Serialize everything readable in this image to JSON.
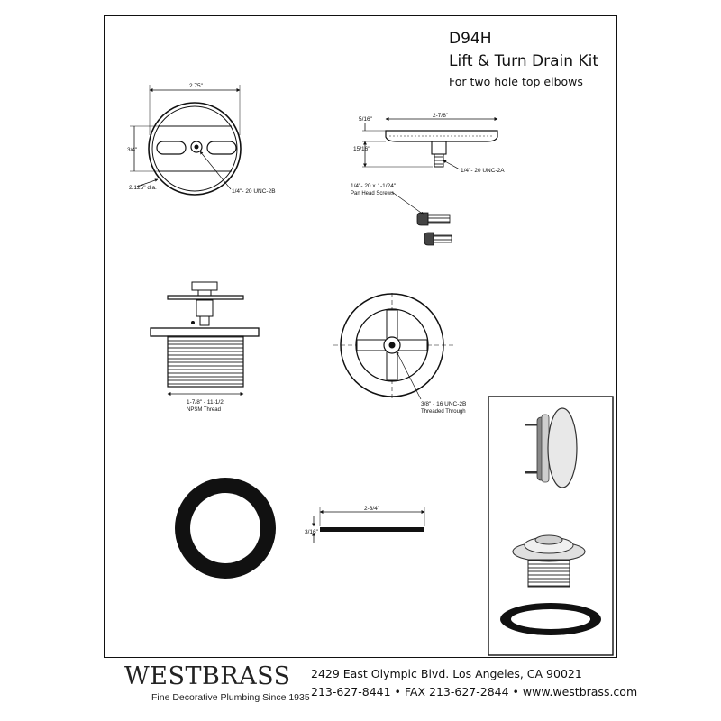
{
  "header": {
    "model": "D94H",
    "product_name": "Lift & Turn Drain Kit",
    "subtitle": "For two hole top elbows"
  },
  "dimensions": {
    "top_cap_width": "2.75\"",
    "top_cap_height": "3/4\"",
    "top_cap_dia": "2.125\" dia.",
    "top_cap_thread": "1/4\"- 20 UNC-2B",
    "stopper_width": "2-7/8\"",
    "stopper_thickness": "5/16\"",
    "stopper_height": "15/16\"",
    "stopper_thread": "1/4\"- 20 UNC-2A",
    "screws": "1/4\"- 20 x 1-1/24\"",
    "screws_type": "Pan Head Screws",
    "body_thread": "1-7/8\" - 11-1/2",
    "body_thread_type": "NPSM Thread",
    "cross_thread": "3/8\" - 16 UNC-2B",
    "cross_thread_note": "Threaded Through",
    "gasket_width": "2-3/4\"",
    "gasket_thickness": "3/16\""
  },
  "footer": {
    "brand": "WESTBRASS",
    "tagline": "Fine Decorative Plumbing Since 1935",
    "address": "2429 East Olympic Blvd. Los Angeles, CA  90021",
    "contact": "213-627-8441 • FAX 213-627-2844 • www.westbrass.com"
  },
  "colors": {
    "ink": "#111111",
    "paper": "#ffffff"
  }
}
